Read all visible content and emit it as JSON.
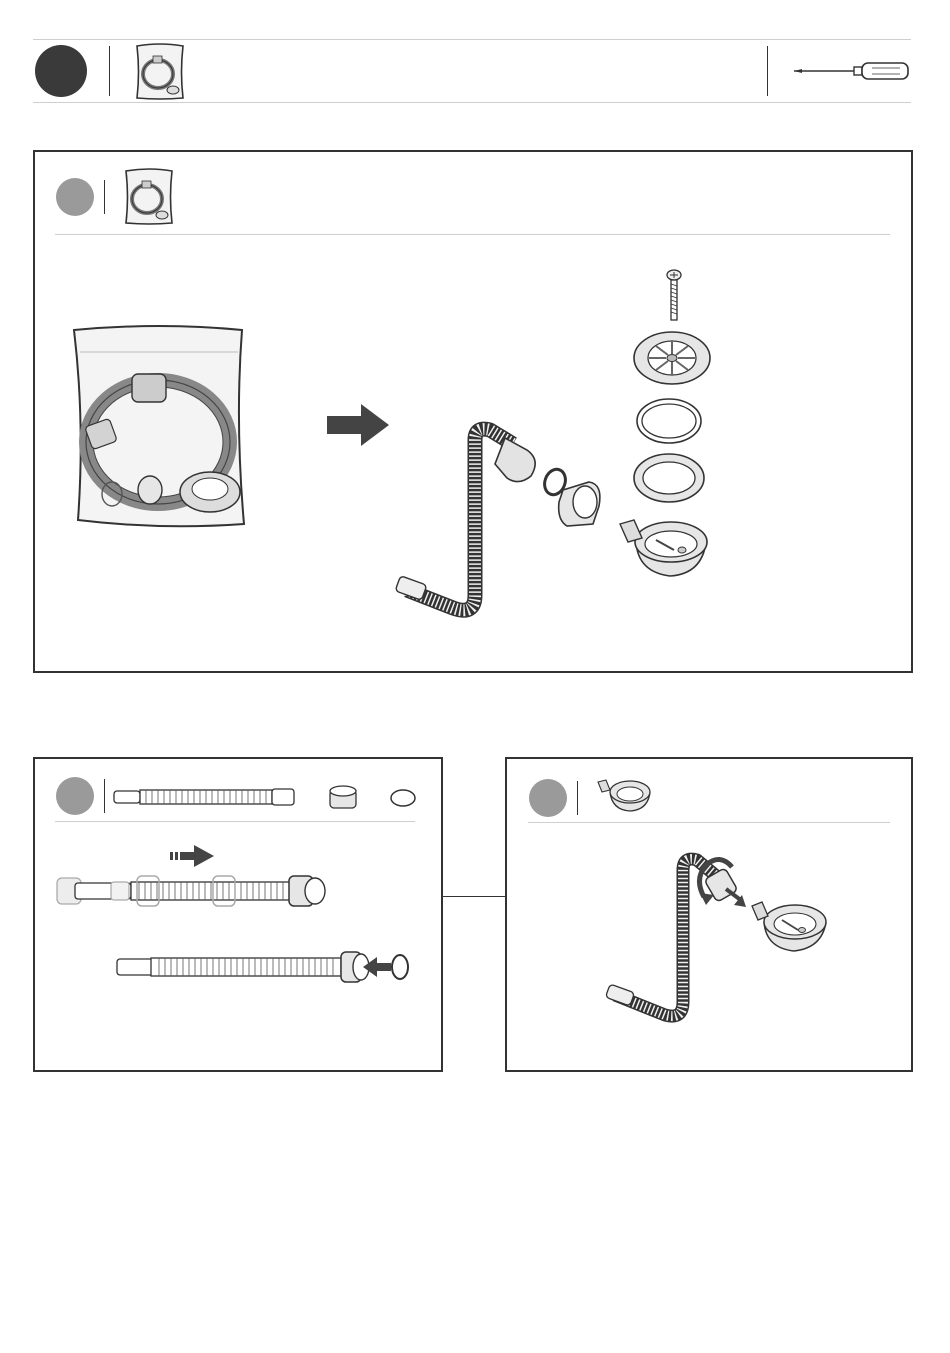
{
  "header": {
    "step_marker_color": "#3a3a3a",
    "icons": [
      "bag-of-parts-icon",
      "screwdriver-icon"
    ]
  },
  "panels": [
    {
      "id": "unpack",
      "substep_marker_color": "#9a9a9a",
      "icons": [
        "bag-of-parts-icon",
        "arrow-right-icon",
        "hose-icon",
        "screw-icon",
        "strainer-icon",
        "seal-ring-icon",
        "seal-ring-icon",
        "drain-body-icon"
      ]
    },
    {
      "id": "hose-assembly",
      "substep_marker_color": "#9a9a9a",
      "icons": [
        "hose-icon",
        "nut-icon",
        "o-ring-icon",
        "arrow-right-icon",
        "arrow-left-icon"
      ]
    },
    {
      "id": "connect-drain",
      "substep_marker_color": "#9a9a9a",
      "icons": [
        "drain-body-icon",
        "hose-icon",
        "rotate-arrow-icon"
      ]
    }
  ],
  "colors": {
    "line": "#333333",
    "divider": "#cfcfcf",
    "part_fill": "#e6e6e6",
    "dark_arrow": "#444444"
  }
}
